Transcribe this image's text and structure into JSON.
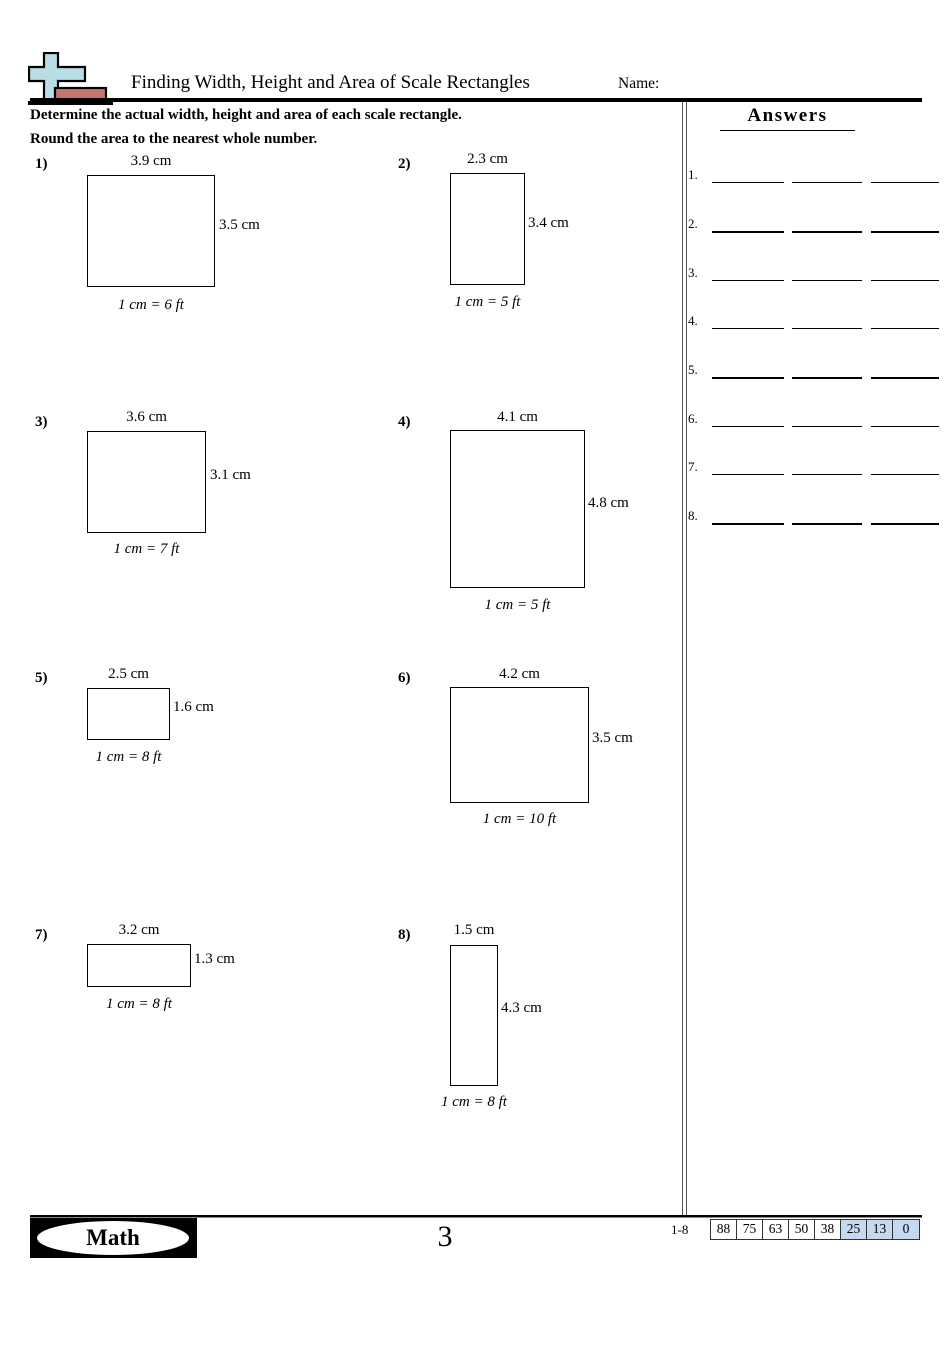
{
  "header": {
    "title": "Finding Width, Height and Area of Scale Rectangles",
    "name_label": "Name:"
  },
  "instructions": {
    "line1": "Determine the actual width, height and area of each scale rectangle.",
    "line2": "Round the area to the nearest whole number."
  },
  "problems": [
    {
      "number": "1)",
      "width_label": "3.9 cm",
      "height_label": "3.5 cm",
      "scale_label": "1 cm = 6 ft"
    },
    {
      "number": "2)",
      "width_label": "2.3 cm",
      "height_label": "3.4 cm",
      "scale_label": "1 cm = 5 ft"
    },
    {
      "number": "3)",
      "width_label": "3.6 cm",
      "height_label": "3.1 cm",
      "scale_label": "1 cm = 7 ft"
    },
    {
      "number": "4)",
      "width_label": "4.1 cm",
      "height_label": "4.8 cm",
      "scale_label": "1 cm = 5 ft"
    },
    {
      "number": "5)",
      "width_label": "2.5 cm",
      "height_label": "1.6 cm",
      "scale_label": "1 cm = 8 ft"
    },
    {
      "number": "6)",
      "width_label": "4.2 cm",
      "height_label": "3.5 cm",
      "scale_label": "1 cm = 10 ft"
    },
    {
      "number": "7)",
      "width_label": "3.2 cm",
      "height_label": "1.3 cm",
      "scale_label": "1 cm = 8 ft"
    },
    {
      "number": "8)",
      "width_label": "1.5 cm",
      "height_label": "4.3 cm",
      "scale_label": "1 cm = 8 ft"
    }
  ],
  "answers": {
    "heading": "Answers",
    "rows": [
      {
        "label": "1."
      },
      {
        "label": "2."
      },
      {
        "label": "3."
      },
      {
        "label": "4."
      },
      {
        "label": "5."
      },
      {
        "label": "6."
      },
      {
        "label": "7."
      },
      {
        "label": "8."
      }
    ],
    "blanks_per_row": 3
  },
  "footer": {
    "brand": "Math",
    "page_number": "3",
    "range_label": "1-8",
    "scores": [
      "88",
      "75",
      "63",
      "50",
      "38",
      "25",
      "13",
      "0"
    ],
    "highlighted_scores": [
      "25",
      "13",
      "0"
    ],
    "score_highlight_color": "#c5d9f1"
  },
  "colors": {
    "cross_fill": "#b9dde4",
    "eraser_fill": "#c4756c"
  }
}
